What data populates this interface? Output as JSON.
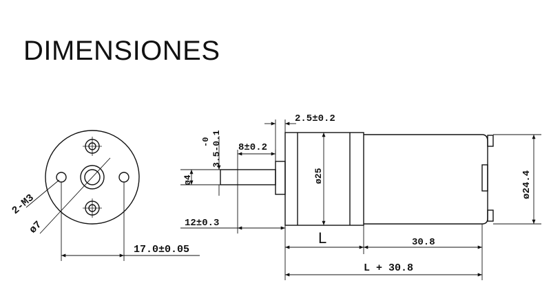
{
  "title": "DIMENSIONES",
  "front_view": {
    "screw_label": "2-M3",
    "shaft_diameter_label": "ø7",
    "hole_spacing_label": "17.0±0.05"
  },
  "side_view": {
    "flange_thickness_label": "2.5±0.2",
    "shaft_flat_length_label": "8±0.2",
    "shaft_flat_tolerance_label": "3.5-0.1",
    "shaft_flat_upper_tol_label": "-0",
    "shaft_diameter_label": "ø4",
    "gearbox_diameter_label": "ø25",
    "motor_diameter_label": "ø24.4",
    "shaft_length_label": "12±0.3",
    "gearbox_length_label": "L",
    "motor_length_label": "30.8",
    "total_length_label": "L + 30.8"
  }
}
